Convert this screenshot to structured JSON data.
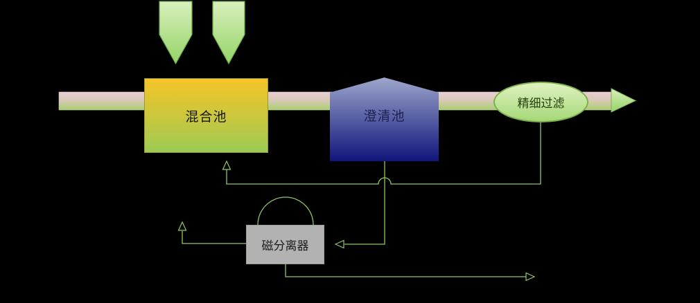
{
  "nodes": {
    "mixing_pool": {
      "label": "混合池"
    },
    "clarifier": {
      "label": "澄清池"
    },
    "fine_filter": {
      "label": "精细过滤"
    },
    "magnetic_separator": {
      "label": "磁分离器"
    }
  },
  "colors": {
    "background": "#000000",
    "connector": "#8fc964",
    "pipe_top": "#eaccd6",
    "pipe_bottom": "#a6d16b",
    "inlet_arrow_top": "#d8f0bc",
    "inlet_arrow_bottom": "#95d367",
    "mixing_pool_top": "#f4c428",
    "mixing_pool_bottom": "#9ccb55",
    "clarifier_top": "#9ea6cc",
    "clarifier_bottom": "#10157c",
    "fine_filter_fill": "#c3e69c",
    "fine_filter_border": "#7cae49",
    "separator_fill": "#b2b2b2"
  }
}
